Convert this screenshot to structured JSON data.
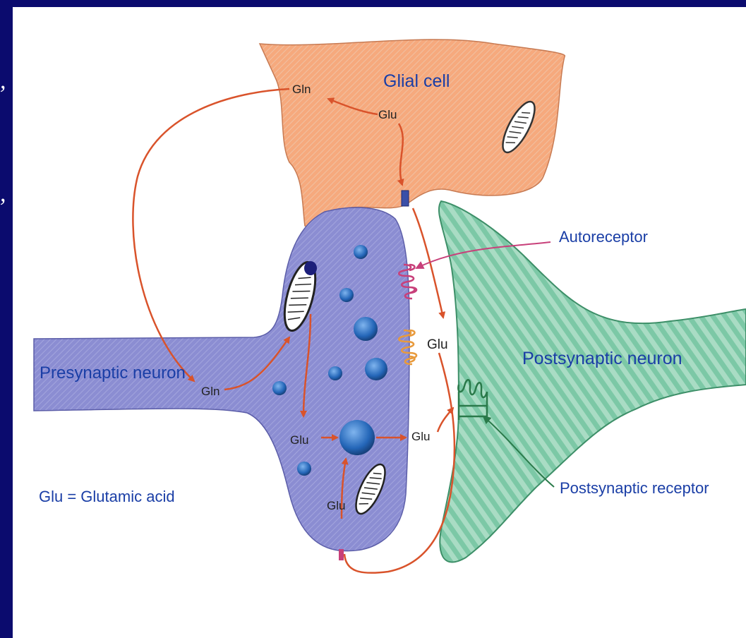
{
  "diagram": {
    "glial_label": "Glial cell",
    "presynaptic_label": "Presynaptic neuron",
    "postsynaptic_label": "Postsynaptic neuron",
    "autoreceptor_label": "Autoreceptor",
    "postsynaptic_receptor_label": "Postsynaptic receptor",
    "legend": "Glu = Glutamic acid",
    "gln_glial": "Gln",
    "glu_glial": "Glu",
    "glu_cleft": "Glu",
    "gln_pre": "Gln",
    "glu_pre_left": "Glu",
    "glu_pre_right": "Glu",
    "glu_pre_bottom": "Glu"
  },
  "margin_marks": [
    ",",
    ","
  ],
  "colors": {
    "background_frame": "#0b0b6e",
    "glial_fill": "#f5a77a",
    "presynaptic_fill": "#8f91d4",
    "postsynaptic_fill": "#8fd0b0",
    "arrow": "#d9532b",
    "label_blue": "#1a3ea6",
    "vesicle": "#2e6fc4",
    "autoreceptor": "#c8407a",
    "receptor_orange": "#e89a3c",
    "postsynaptic_receptor": "#2a7a4a"
  }
}
